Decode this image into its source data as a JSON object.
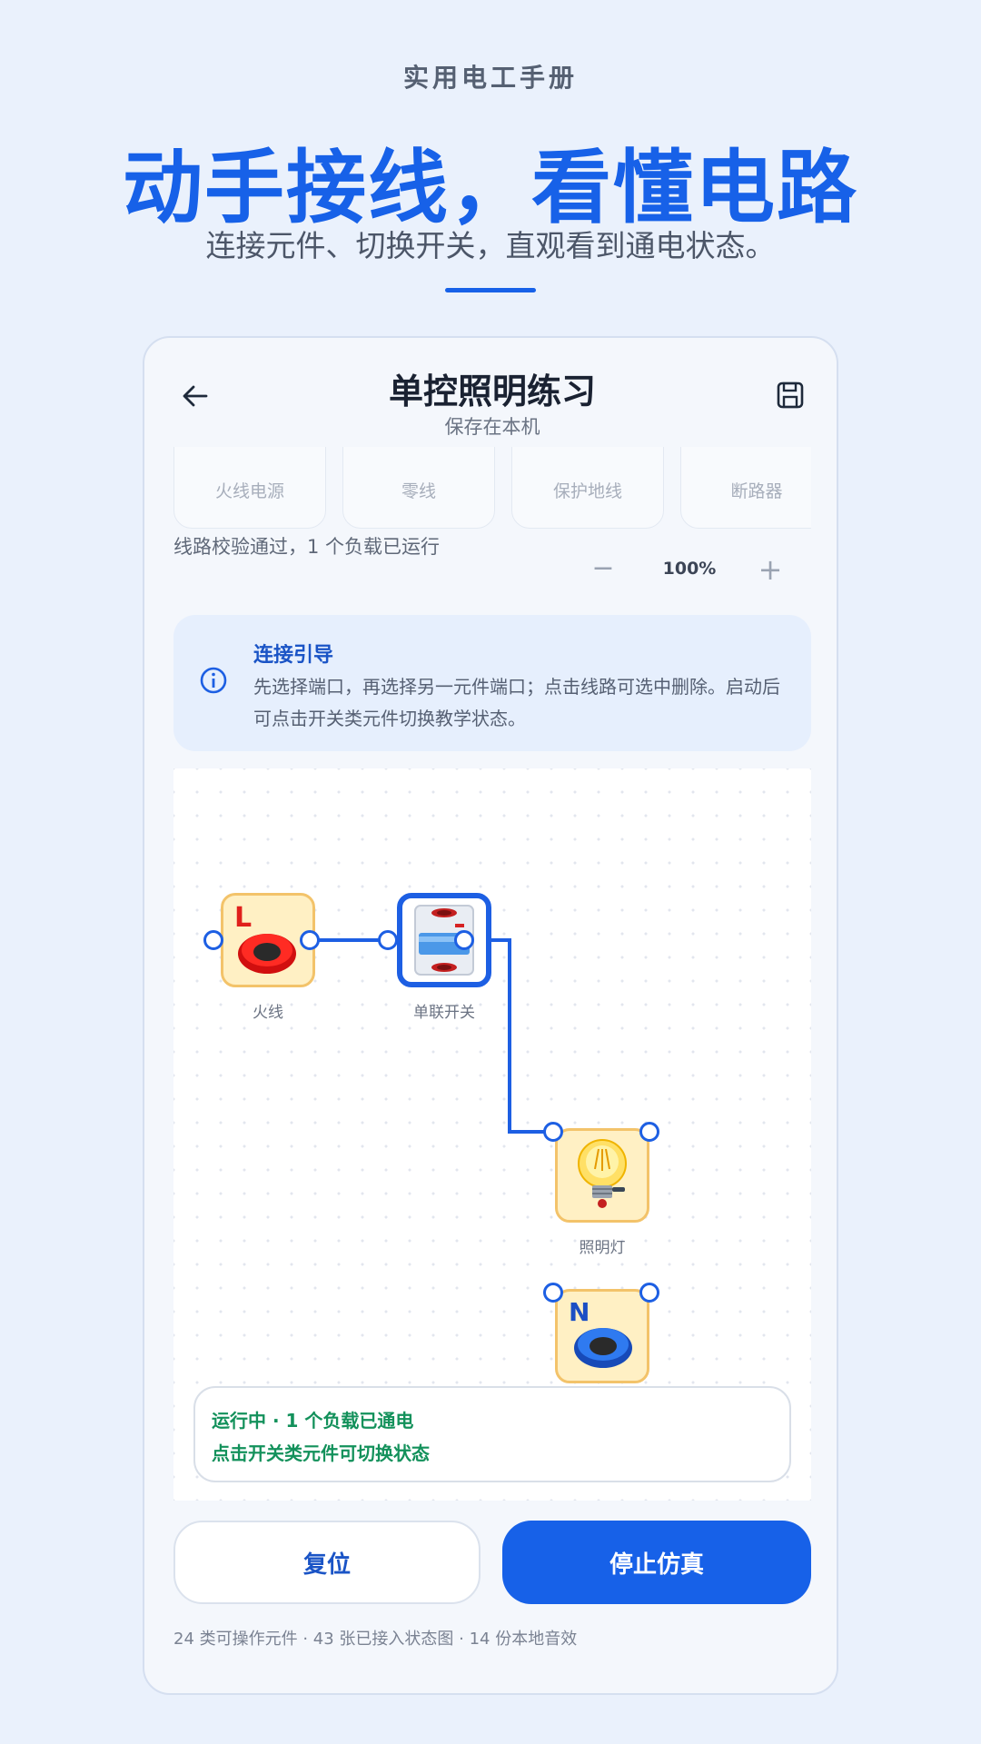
{
  "hero": {
    "kicker": "实用电工手册",
    "title": "动手接线，看懂电路",
    "subtitle": "连接元件、切换开关，直观看到通电状态。"
  },
  "screen": {
    "title": "单控照明练习",
    "subtitle": "保存在本机",
    "back_icon": "arrow-left-icon",
    "save_icon": "save-icon"
  },
  "palette": [
    "火线电源",
    "零线",
    "保护地线",
    "断路器"
  ],
  "status_line": "线路校验通过，1 个负载已运行",
  "zoom": {
    "minus": "−",
    "value": "100%",
    "plus": "+"
  },
  "guide": {
    "icon": "info-icon",
    "title": "连接引导",
    "body": "先选择端口，再选择另一元件端口；点击线路可选中删除。启动后可点击开关类元件切换教学状态。"
  },
  "canvas": {
    "nodes": {
      "live": {
        "label": "火线",
        "badge": "L"
      },
      "switch": {
        "label": "单联开关"
      },
      "lamp": {
        "label": "照明灯"
      },
      "neutral": {
        "label": "",
        "badge": "N"
      }
    },
    "run_banner": {
      "line1": "运行中 · 1 个负载已通电",
      "line2": "点击开关类元件可切换状态"
    }
  },
  "actions": {
    "reset": "复位",
    "stop": "停止仿真"
  },
  "footer": "24 类可操作元件 · 43 张已接入状态图 · 14 份本地音效",
  "colors": {
    "accent": "#1761e8",
    "wire": "#1d5fe3",
    "running": "#13915b",
    "node_fill": "#fff0c4",
    "node_border": "#f3c36a"
  }
}
